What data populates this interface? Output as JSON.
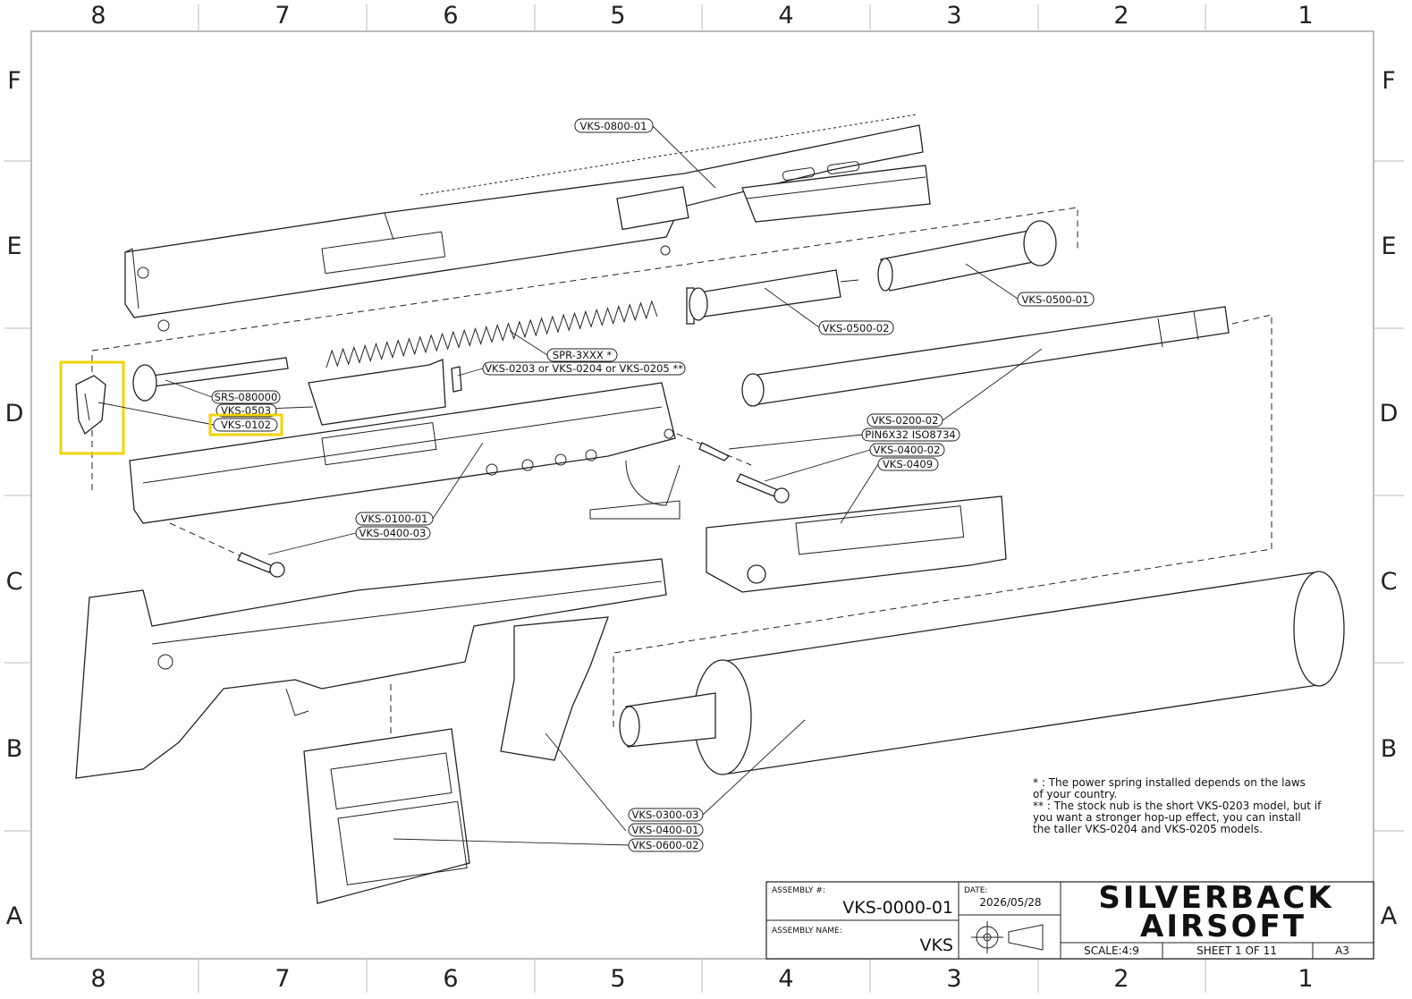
{
  "zones": {
    "columns": [
      "8",
      "7",
      "6",
      "5",
      "4",
      "3",
      "2",
      "1"
    ],
    "rows": [
      "F",
      "E",
      "D",
      "C",
      "B",
      "A"
    ]
  },
  "callouts": {
    "vks_0800_01": "VKS-0800-01",
    "vks_0500_01": "VKS-0500-01",
    "vks_0500_02": "VKS-0500-02",
    "spr_3xxx": "SPR-3XXX *",
    "vks_0203": "VKS-0203 or VKS-0204 or VKS-0205 **",
    "srs_080000": "SRS-080000",
    "vks_0503": "VKS-0503",
    "vks_0102": "VKS-0102",
    "vks_0200_02": "VKS-0200-02",
    "pin": "PIN6X32 ISO8734",
    "vks_0400_02": "VKS-0400-02",
    "vks_0409": "VKS-0409",
    "vks_0100_01": "VKS-0100-01",
    "vks_0400_03": "VKS-0400-03",
    "vks_0300_03": "VKS-0300-03",
    "vks_0400_01": "VKS-0400-01",
    "vks_0600_02": "VKS-0600-02"
  },
  "notes": {
    "line1": "* : The power spring installed depends on the laws",
    "line2": "of your country.",
    "line3": "** : The stock nub is the short VKS-0203 model, but if",
    "line4": "you want a stronger hop-up effect, you can install",
    "line5": "the taller VKS-0204 and VKS-0205 models."
  },
  "title_block": {
    "assembly_number_label": "ASSEMBLY #:",
    "assembly_number": "VKS-0000-01",
    "date_label": "DATE:",
    "date": "2026/05/28",
    "assembly_name_label": "ASSEMBLY NAME:",
    "assembly_name": "VKS",
    "brand_line1": "SILVERBACK",
    "brand_line2": "AIRSOFT",
    "scale": "SCALE:4:9",
    "sheet": "SHEET 1 OF 11",
    "paper_size": "A3"
  },
  "highlight": {
    "color": "#f2d400",
    "target": "VKS-0102"
  }
}
